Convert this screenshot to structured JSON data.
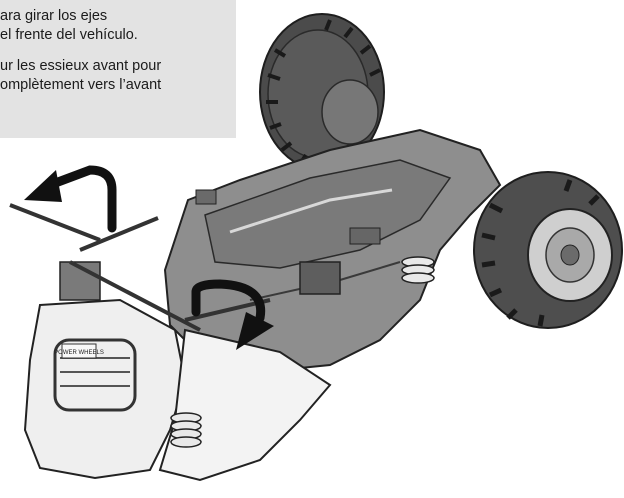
{
  "instructions": {
    "spanish": [
      "ara girar los ejes",
      "el frente del vehículo."
    ],
    "french": [
      "ur les essieux avant pour",
      "omplètement vers l’avant"
    ]
  },
  "illustration": {
    "subject": "vehicle-underside-axle-rotation",
    "arrows": [
      "rotate-counterclockwise-arrow",
      "rotate-clockwise-arrow"
    ],
    "badge_text": "POWER WHEELS"
  },
  "colors": {
    "panel_background": "#e3e3e3",
    "text": "#1b1b1b",
    "line_art": "#2a2a2a",
    "arrow": "#111111"
  }
}
